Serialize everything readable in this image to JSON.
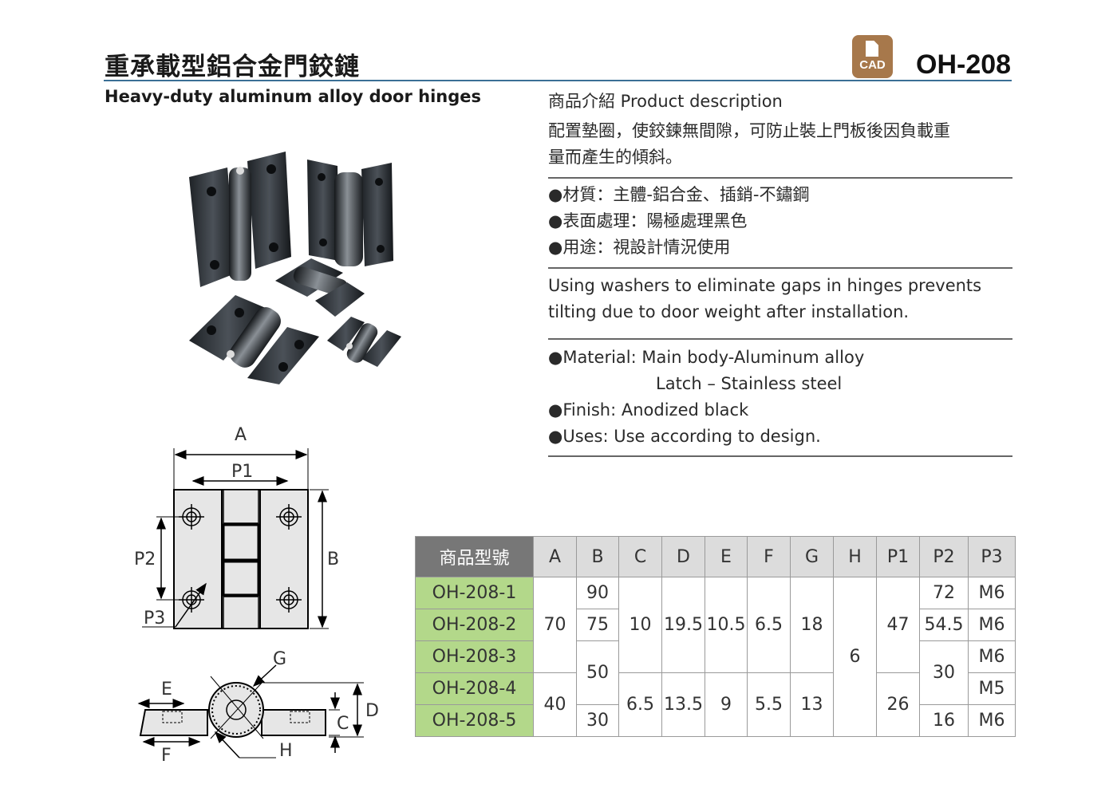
{
  "header": {
    "title_zh": "重承載型鋁合金門鉸鏈",
    "title_en": "Heavy-duty aluminum alloy door hinges",
    "model_code": "OH-208",
    "cad_label": "CAD"
  },
  "description": {
    "heading": "商品介紹 Product description",
    "zh_line1": "配置墊圈，使鉸鍊無間隙，可防止裝上門板後因負載重",
    "zh_line2": "量而產生的傾斜。",
    "zh_specs": [
      "●材質：主體-鋁合金、插銷-不鏽鋼",
      "●表面處理：陽極處理黑色",
      "●用途：視設計情況使用"
    ],
    "en_line1": "Using washers to eliminate gaps in hinges prevents",
    "en_line2": "tilting due to door weight after installation.",
    "en_material": "●Material: Main body-Aluminum alloy",
    "en_material_cont": "Latch – Stainless steel",
    "en_finish": "●Finish: Anodized black",
    "en_uses": "●Uses: Use according to design."
  },
  "drawing": {
    "labels": {
      "A": "A",
      "P1": "P1",
      "P2": "P2",
      "P3": "P3",
      "B": "B",
      "G": "G",
      "E": "E",
      "C": "C",
      "D": "D",
      "F": "F",
      "H": "H"
    }
  },
  "table": {
    "headers": [
      "商品型號",
      "A",
      "B",
      "C",
      "D",
      "E",
      "F",
      "G",
      "H",
      "P1",
      "P2",
      "P3"
    ],
    "models": [
      "OH-208-1",
      "OH-208-2",
      "OH-208-3",
      "OH-208-4",
      "OH-208-5"
    ],
    "A": [
      "70",
      "40"
    ],
    "B": [
      "90",
      "75",
      "50",
      "30"
    ],
    "C": [
      "10",
      "6.5"
    ],
    "D": [
      "19.5",
      "13.5"
    ],
    "E": [
      "10.5",
      "9"
    ],
    "F": [
      "6.5",
      "5.5"
    ],
    "G": [
      "18",
      "13"
    ],
    "H": "6",
    "P1": [
      "47",
      "26"
    ],
    "P2": [
      "72",
      "54.5",
      "30",
      "16"
    ],
    "P3": [
      "M6",
      "M6",
      "M6",
      "M5",
      "M6"
    ]
  },
  "colors": {
    "accent_rule": "#3a6f95",
    "model_cell": "#b3d88a",
    "header_model_cell": "#777777",
    "cad_badge": "#a7784b"
  }
}
